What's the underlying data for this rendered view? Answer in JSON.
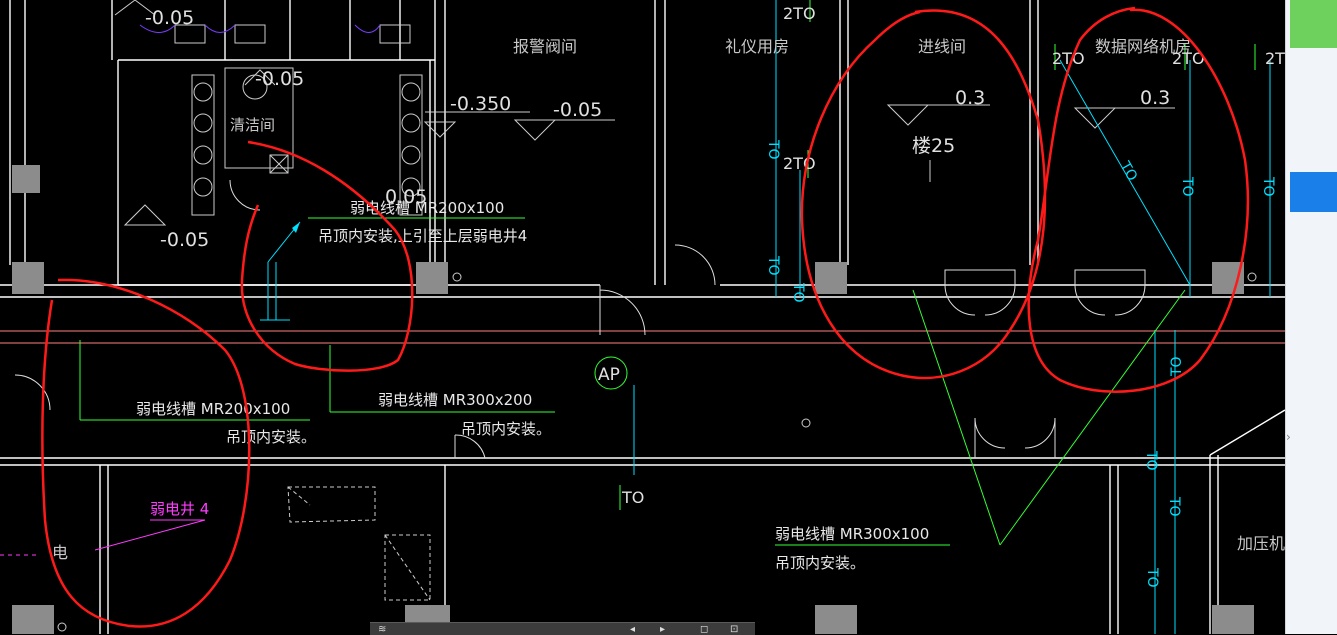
{
  "cad": {
    "rooms": {
      "alarm_valve_room": "报警阀间",
      "ceremonial_room": "礼仪用房",
      "cable_entry_room": "进线间",
      "data_network_room": "数据网络机房",
      "cleaning_room": "清洁间",
      "pressurization_room": "加压机",
      "electric_room": "电"
    },
    "elevations": {
      "e1": "-0.05",
      "e2": "-0.05",
      "e3": "-0.350",
      "e4": "-0.05",
      "e5": "-0.05",
      "e6": "0.05",
      "e7": "0.3",
      "e8": "0.3"
    },
    "floor_label": "楼25",
    "outlets": {
      "two_to": "2TO",
      "to": "TO"
    },
    "ap_label": "AP",
    "annotations": {
      "tray1_line1": "弱电线槽  MR200x100",
      "tray1_line2": "吊顶内安装,上引至上层弱电井4",
      "tray2_line1": "弱电线槽  MR200x100",
      "tray2_line2": "吊顶内安装。",
      "tray3_line1": "弱电线槽  MR300x200",
      "tray3_line2": "吊顶内安装。",
      "tray4_line1": "弱电线槽  MR300x100",
      "tray4_line2": "吊顶内安装。",
      "shaft": "弱电井 4"
    },
    "colors": {
      "wall": "#ffffff",
      "room_text": "#c8c8c8",
      "tray_green": "#33ff33",
      "cyan": "#00e0ff",
      "magenta": "#ff3cff",
      "red_markup": "#ff1a1a",
      "column": "#8c8c8c",
      "pink_line": "#ff8080"
    }
  },
  "right_panel": {
    "accent_green": "#6fd15d",
    "accent_blue": "#1a7fe8"
  },
  "statusbar": {
    "items": [
      "≋",
      "◂",
      "▸",
      "◻",
      "⊡"
    ]
  }
}
